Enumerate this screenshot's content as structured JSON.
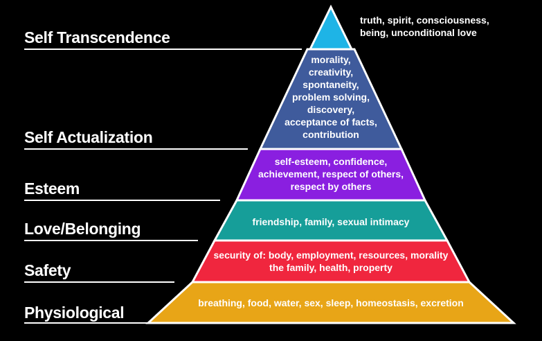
{
  "levels": [
    {
      "label": "Self Transcendence",
      "color": "#1eb4e6"
    },
    {
      "label": "Self Actualization",
      "color": "#3f5b9c",
      "description": [
        "morality,",
        "creativity,",
        "spontaneity,",
        "problem solving,",
        "discovery,",
        "acceptance of facts,",
        "contribution"
      ]
    },
    {
      "label": "Esteem",
      "color": "#8a1fe0",
      "description": [
        "self-esteem, confidence,",
        "achievement, respect of others,",
        "respect by others"
      ]
    },
    {
      "label": "Love/Belonging",
      "color": "#169e99",
      "description": [
        "friendship, family, sexual intimacy"
      ]
    },
    {
      "label": "Safety",
      "color": "#f0263e",
      "description": [
        "security of: body, employment, resources, morality",
        "the family, health, property"
      ]
    },
    {
      "label": "Physiological",
      "color": "#e8a517",
      "description": [
        "breathing, food, water, sex, sleep, homeostasis, excretion"
      ]
    }
  ],
  "top_note": [
    "truth, spirit, consciousness,",
    "being, unconditional love"
  ],
  "outline_color": "#ffffff"
}
